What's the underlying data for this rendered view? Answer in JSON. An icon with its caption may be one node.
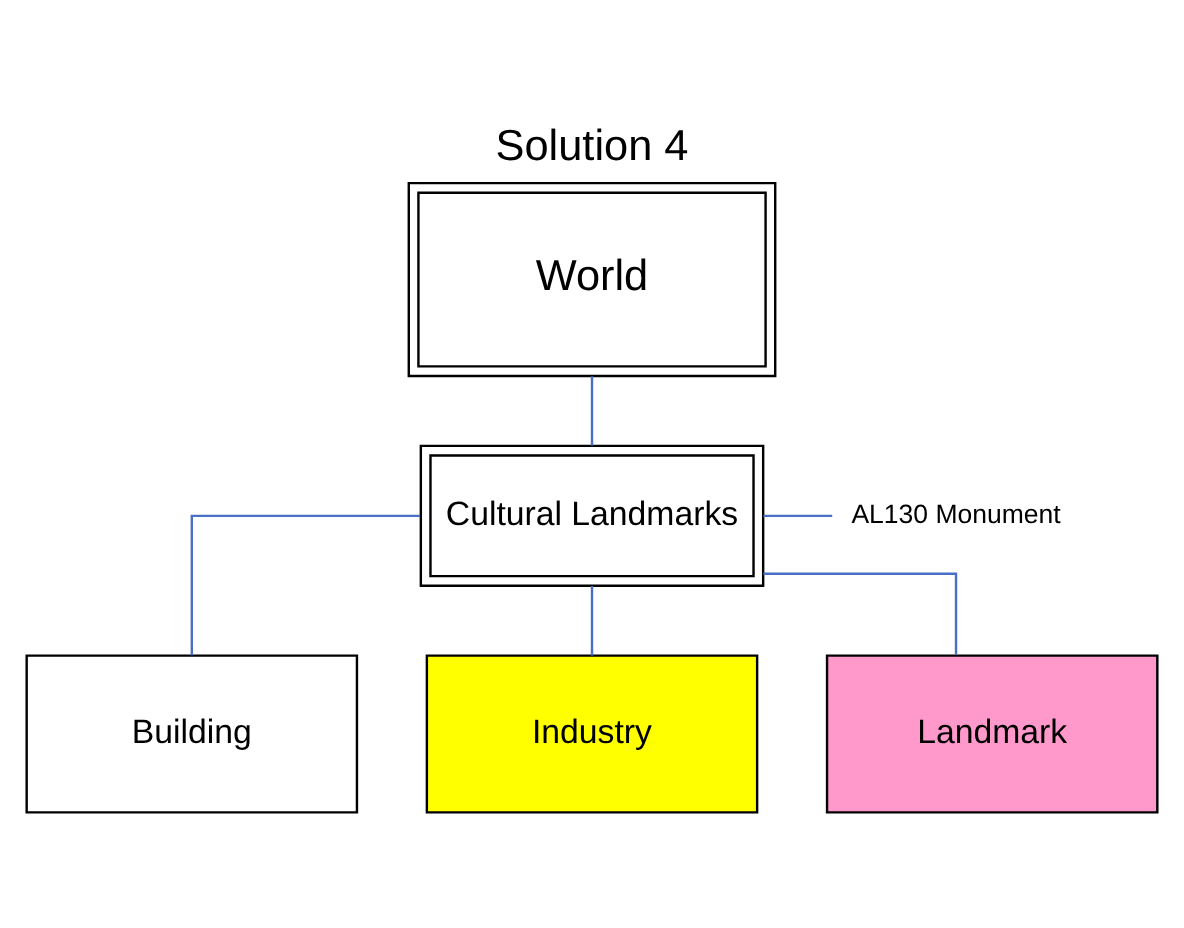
{
  "diagram": {
    "title": "Solution 4",
    "nodes": [
      {
        "text": [
          "World"
        ]
      },
      {
        "text": [
          "Cultural Landmarks"
        ]
      },
      {
        "text": [
          "AL130 Monument"
        ]
      },
      {
        "text": [
          "Building"
        ]
      },
      {
        "text": [
          "Industry"
        ]
      },
      {
        "text": [
          "Landmark"
        ]
      }
    ],
    "edges": [
      {
        "from": 0,
        "to": 1,
        "arrow": "none"
      },
      {
        "from": 1,
        "to": 2,
        "arrow": "none"
      },
      {
        "from": 1,
        "to": 3,
        "arrow": "none"
      },
      {
        "from": 1,
        "to": 4,
        "arrow": "none"
      },
      {
        "from": 1,
        "to": 5,
        "arrow": "none"
      }
    ]
  }
}
